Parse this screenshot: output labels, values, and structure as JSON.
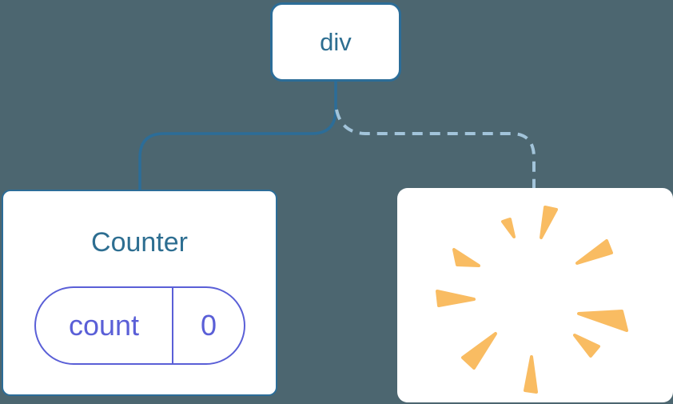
{
  "diagram": {
    "root": {
      "label": "div"
    },
    "counter": {
      "title": "Counter",
      "state": {
        "key": "count",
        "value": "0"
      }
    },
    "poof": {
      "icon": "poof-starburst"
    }
  },
  "colors": {
    "background": "#4C6670",
    "card_background": "#FFFFFF",
    "node_border": "#2C6D98",
    "node_text": "#2D6E91",
    "solid_edge": "#2C6D98",
    "dashed_edge": "#A2C4DA",
    "state_pill": "#5A5FD7",
    "poof_rays": "#F9BC62"
  }
}
